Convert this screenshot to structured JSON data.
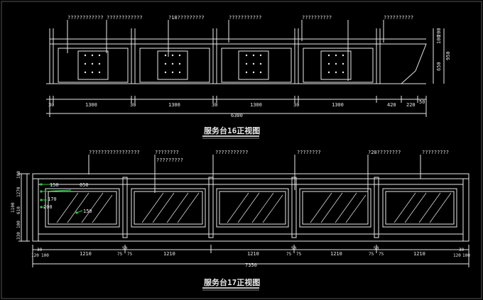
{
  "drawing1": {
    "title": "服务台16正视图",
    "callouts": [
      "????????????",
      "????????????",
      "?18?????????",
      "???????????",
      "??????????",
      "??????????"
    ],
    "dims": [
      "30",
      "1300",
      "30",
      "1300",
      "30",
      "1300",
      "30",
      "1300",
      "420",
      "220",
      "50"
    ],
    "total": "6300",
    "vdims": [
      "100",
      "200",
      "650",
      "950"
    ]
  },
  "drawing2": {
    "title": "服务台17正视图",
    "callouts": [
      "?????????????????",
      "????????",
      "?????????",
      "???????????",
      "????????",
      "?20????????",
      "?????????"
    ],
    "dims": [
      "30",
      "120",
      "100",
      "1210",
      "50",
      "75",
      "75",
      "1210",
      "1210",
      "50",
      "75",
      "75",
      "1210",
      "50",
      "75",
      "75",
      "1210",
      "30",
      "120",
      "100"
    ],
    "total": "7350",
    "vdims": [
      "100",
      "1270",
      "1100",
      "610",
      "100",
      "330"
    ],
    "detail_labels": [
      "150",
      "050",
      "170",
      "200",
      "150"
    ]
  },
  "colors": {
    "line": "#e8e8e8",
    "background": "#000000",
    "accent": "#2ecc40"
  }
}
